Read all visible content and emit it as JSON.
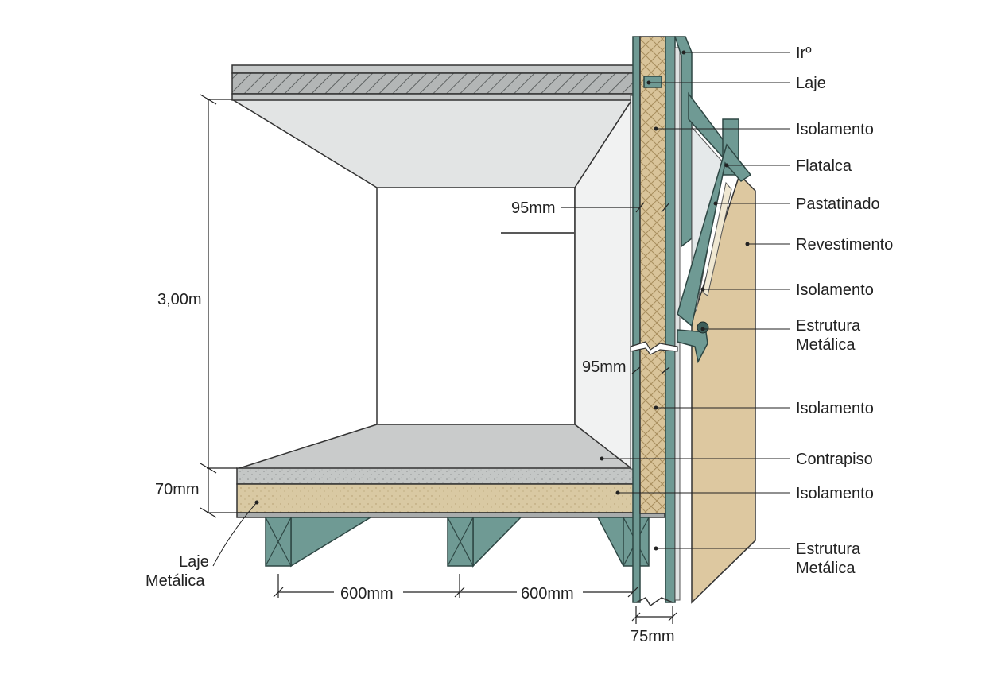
{
  "diagram": {
    "callouts": [
      {
        "id": "c1",
        "text": "Irº"
      },
      {
        "id": "c2",
        "text": "Laje"
      },
      {
        "id": "c3",
        "text": "Isolamento"
      },
      {
        "id": "c4",
        "text": "Flatalca"
      },
      {
        "id": "c5",
        "text": "Pastatinado"
      },
      {
        "id": "c6",
        "text": "Revestimento"
      },
      {
        "id": "c7",
        "text": "Isolamento"
      },
      {
        "id": "c8",
        "lines": [
          "Estrutura",
          "Metálica"
        ]
      },
      {
        "id": "c9",
        "text": "Isolamento"
      },
      {
        "id": "c10",
        "text": "Contrapiso"
      },
      {
        "id": "c11",
        "text": "Isolamento"
      },
      {
        "id": "c12",
        "lines": [
          "Estrutura",
          "Metálica"
        ]
      }
    ],
    "dimensions": {
      "height": "3,00m",
      "floor": "70mm",
      "stud_top": "95mm",
      "stud_mid": "95mm",
      "spacing_1": "600mm",
      "spacing_2": "600mm",
      "wall": "75mm"
    },
    "left_label": [
      "Laje",
      "Metálica"
    ]
  },
  "colors": {
    "steel": "#6f9a94",
    "insulation": "#d9c49a",
    "cladding": "#ddc8a0",
    "slab": "#a9acac",
    "screed": "#c4c7c6",
    "room_ceiling": "#e2e4e4",
    "room_wall": "#f1f2f2"
  }
}
